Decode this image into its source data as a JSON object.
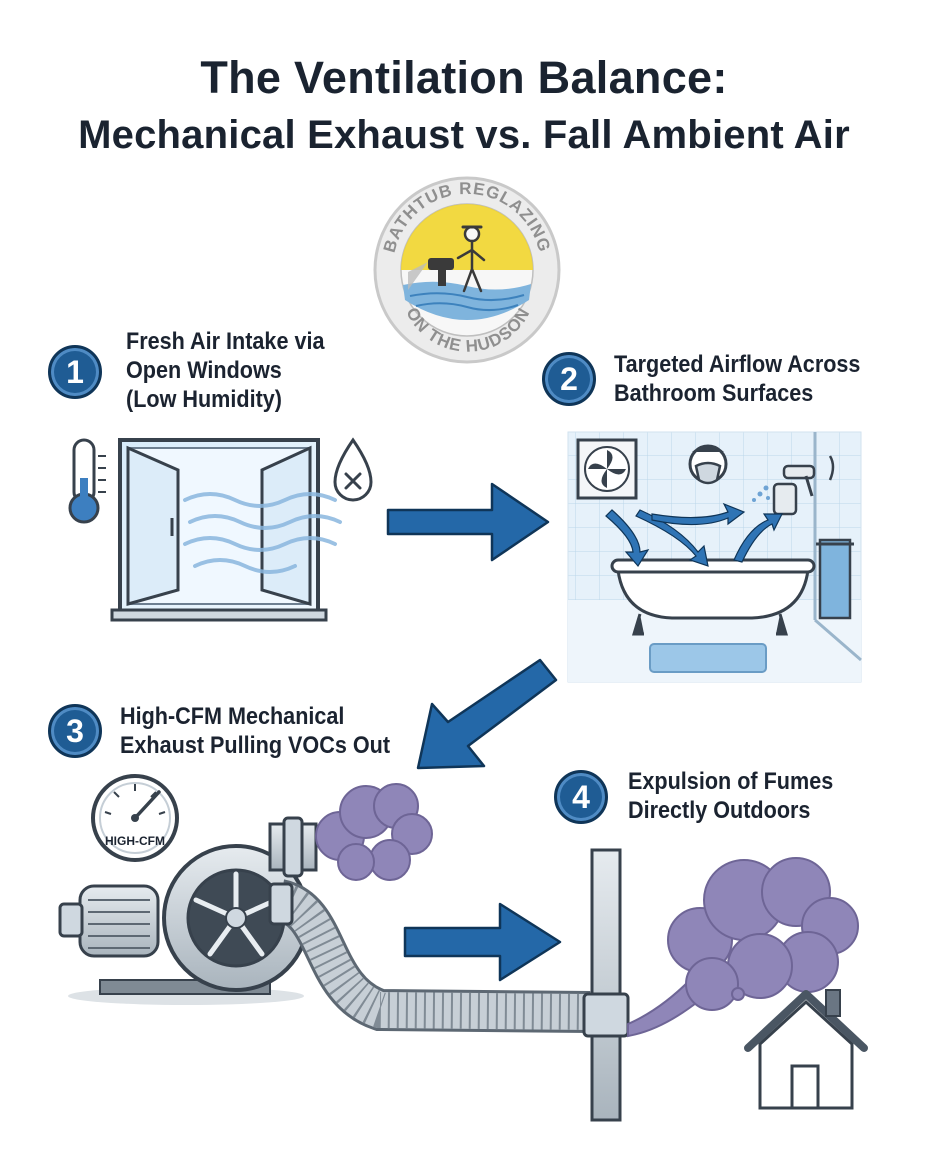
{
  "title": {
    "line1": "The Ventilation Balance:",
    "line2": "Mechanical Exhaust vs. Fall Ambient Air"
  },
  "logo": {
    "text_top": "BATHTUB REGLAZING",
    "text_bottom": "ON THE HUDSON"
  },
  "steps": [
    {
      "number": "1",
      "lines": [
        "Fresh Air Intake via",
        "Open Windows",
        "(Low Humidity)"
      ],
      "icons": [
        "thermometer-icon",
        "no-humidity-drop-icon",
        "open-window-icon"
      ]
    },
    {
      "number": "2",
      "lines": [
        "Targeted Airflow Across",
        "Bathroom Surfaces"
      ],
      "icons": [
        "exhaust-fan-icon",
        "respirator-mask-icon",
        "spray-gun-icon",
        "bathtub-icon"
      ]
    },
    {
      "number": "3",
      "lines": [
        "High-CFM Mechanical",
        "Exhaust Pulling VOCs Out"
      ],
      "icons": [
        "blower-icon",
        "pressure-gauge-icon",
        "flex-duct-icon"
      ]
    },
    {
      "number": "4",
      "lines": [
        "Expulsion of Fumes",
        "Directly Outdoors"
      ],
      "icons": [
        "vent-pipe-icon",
        "fume-cloud-icon",
        "house-icon"
      ]
    }
  ],
  "gauge_label": "HIGH-CFM",
  "colors": {
    "title": "#1a2330",
    "badge": "#1f5c94",
    "arrow": "#2468a8",
    "fume": "#8f86b8",
    "sky": "#e3f0fb"
  }
}
